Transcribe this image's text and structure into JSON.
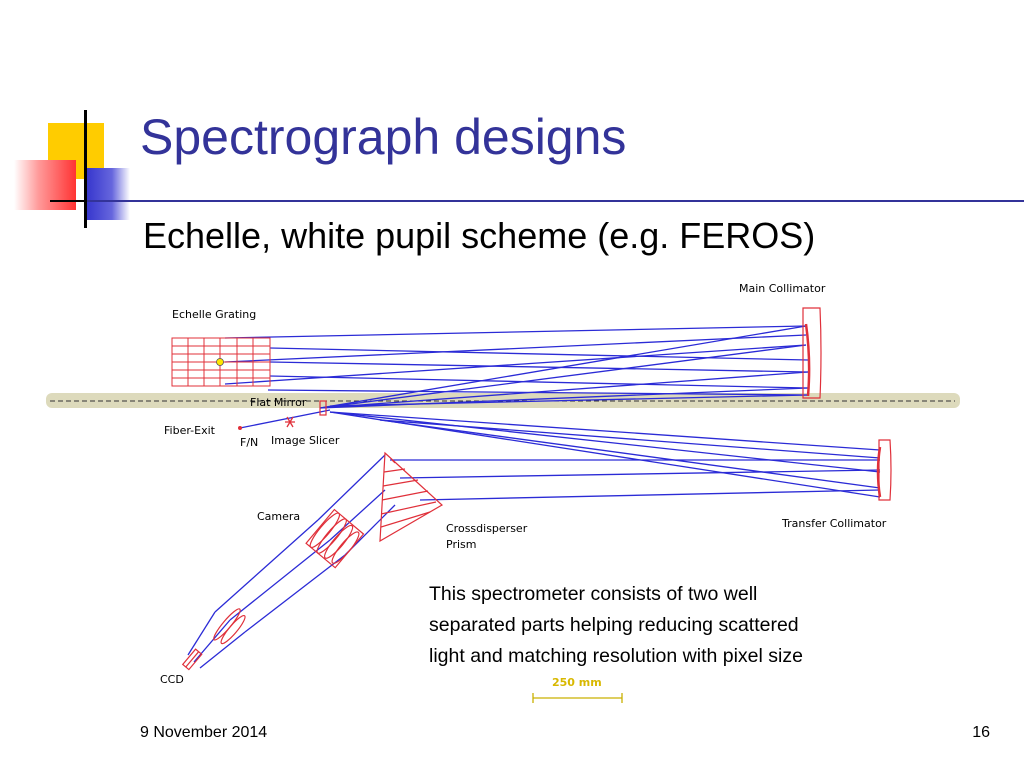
{
  "slide": {
    "title": "Spectrograph designs",
    "subtitle": "Echelle, white pupil scheme (e.g. FEROS)",
    "note_lines": [
      "This spectrometer consists of two well",
      "separated parts helping reducing scattered",
      "light and matching resolution with pixel size"
    ],
    "footer_date": "9 November 2014",
    "page_number": "16"
  },
  "diagram": {
    "labels": {
      "main_collimator": "Main Collimator",
      "echelle_grating": "Echelle Grating",
      "flat_mirror": "Flat Mirror",
      "fiber_exit": "Fiber-Exit",
      "fn": "F/N",
      "image_slicer": "Image Slicer",
      "camera": "Camera",
      "crossdisperser": "Crossdisperser",
      "prism": "Prism",
      "transfer_collimator": "Transfer Collimator",
      "ccd": "CCD",
      "scale": "250 mm"
    }
  },
  "colors": {
    "title": "#333399",
    "rays": "#2b2bd6",
    "optics": "#e0303a",
    "deco_yellow": "#ffcc00",
    "deco_blue": "#3333cc",
    "deco_red": "#ff3333",
    "scale": "#e8c800"
  }
}
